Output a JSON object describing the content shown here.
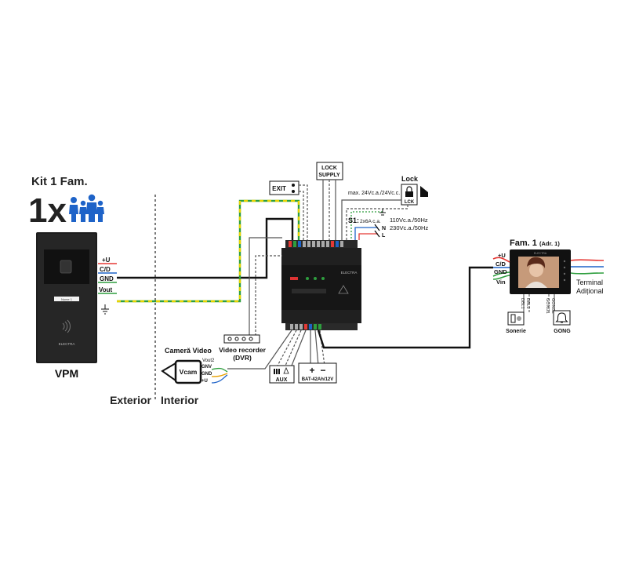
{
  "kit": {
    "title": "Kit 1 Fam.",
    "multiplier": "1x"
  },
  "panel": {
    "label": "VPM",
    "brand": "ELECTRA",
    "name_tag": "Nume 1"
  },
  "zones": {
    "exterior": "Exterior",
    "interior": "Interior"
  },
  "panel_terminals": {
    "u": "+U",
    "cd": "C/D",
    "gnd": "GND",
    "vout": "Vout"
  },
  "camera": {
    "title": "Cameră Video",
    "box": "Vcam",
    "t_vout2": "Vout2",
    "t_gnv": "GNV",
    "t_gnd": "GND",
    "t_u": "+U"
  },
  "dvr": {
    "line1": "Video recorder",
    "line2": "(DVR)"
  },
  "exit": {
    "label": "EXIT"
  },
  "lock_supply": {
    "line1": "LOCK",
    "line2": "SUPPLY"
  },
  "lock": {
    "title": "Lock",
    "spec": "max. 24Vc.a./24Vc.c.",
    "lck": "LCK"
  },
  "s1": {
    "label": "S1:",
    "spec": "2x6A c.a.",
    "v1": "110Vc.a./50Hz",
    "v2": "230Vc.a./50Hz",
    "n": "N",
    "l": "L"
  },
  "controller": {
    "brand": "ELECTRA"
  },
  "aux": {
    "label": "AUX"
  },
  "battery": {
    "label": "BAT-42Ah/12V",
    "plus": "+",
    "minus": "−"
  },
  "monitor": {
    "title": "Fam. 1",
    "addr": "(Adr. 1)",
    "brand": "ELECTRA",
    "t_u": "+U",
    "t_cd": "C/D",
    "t_gnd": "GND",
    "t_vin": "Vin",
    "terminal_1": "Terminal",
    "terminal_2": "Adițional",
    "lbl_dbl1": "DBL1",
    "lbl_dbl2": "DBL2",
    "lbl_gong1": "GONG1",
    "lbl_gong2": "GONG2"
  },
  "sonerie": {
    "label": "Sonerie"
  },
  "gong": {
    "label": "GONG"
  },
  "colors": {
    "red": "#e53935",
    "blue": "#1e63c8",
    "green": "#2e9e3e",
    "yellow": "#e8d400",
    "black": "#111111"
  }
}
